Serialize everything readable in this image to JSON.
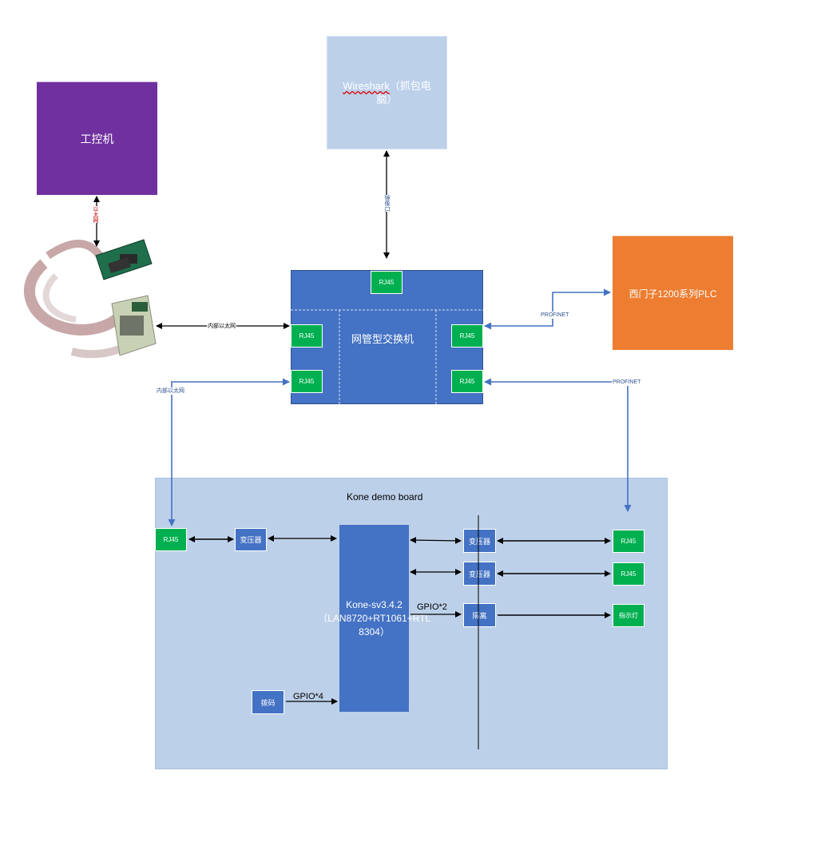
{
  "nodes": {
    "ipc": "工控机",
    "wireshark_a": "Wireshark",
    "wireshark_b": "（抓包电脑）",
    "plc": "西门子1200系列PLC",
    "switch": "网管型交换机",
    "board_title": "Kone demo board",
    "chip": "Kone-sv3.4.2（LAN8720+RT1061+RTL 8304）",
    "dip": "拨码",
    "led": "指示灯",
    "transformer": "变压器",
    "isolation": "隔离",
    "rj45": "RJ45"
  },
  "edge_labels": {
    "ipc_link": "以太网",
    "mirror_port": "镜像口",
    "internal_eth": "内部以太网",
    "profinet": "PROFINET",
    "gpio2": "GPIO*2",
    "gpio4": "GPIO*4"
  },
  "colors": {
    "purple": "#7030a0",
    "light_blue": "#bcd0ea",
    "orange": "#ed7d31",
    "blue": "#4472c4",
    "green": "#00b050",
    "board_bg": "#bdd0e9"
  }
}
